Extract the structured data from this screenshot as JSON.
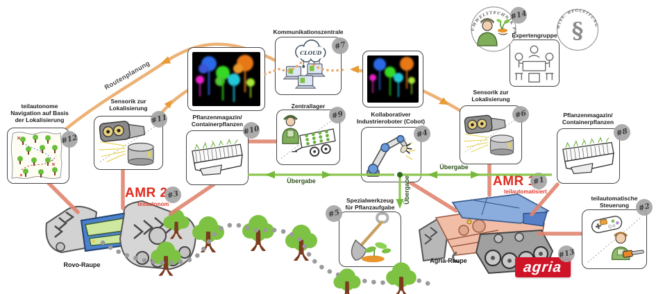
{
  "diagram": {
    "labels": {
      "routenplanung": "Routenplanung",
      "uebergabe": "Übergabe",
      "cloud": "CLOUD"
    },
    "nodes": {
      "nav_map": {
        "badge": "#12",
        "title": "teilautonome\nNavigation auf Basis\nder Lokalisierung"
      },
      "sensor_left": {
        "badge": "#11",
        "title": "Sensorik zur\nLokalisierung"
      },
      "magazin_left": {
        "badge": "#10",
        "title": "Pflanzenmagazin/\nContainerpflanzen"
      },
      "kommunikationszentrale": {
        "badge": "#7",
        "title": "Kommunikationszentrale"
      },
      "zentrallager": {
        "badge": "#9",
        "title": "Zentrallager"
      },
      "cobot": {
        "badge": "#4",
        "title": "Kollaborativer\nIndustrieroboter (Cobot)"
      },
      "sensor_right": {
        "badge": "#6",
        "title": "Sensorik zur\nLokalisierung"
      },
      "magazin_right": {
        "badge": "#8",
        "title": "Pflanzenmagazin/\nContainerpflanzen"
      },
      "spezialwerkzeug": {
        "badge": "#5",
        "title": "Spezialwerkzeug\nfür Pflanzaufgabe"
      },
      "steuerung": {
        "badge": "#2",
        "title": "teilautomatische\nSteuerung"
      },
      "expertengruppe": {
        "title": "Expertengruppe"
      },
      "umwelttechnik_partner": {
        "badge": "#14",
        "arc_text": "UMWELTTECHNIK PARTNER"
      },
      "wiss_begleitung": {
        "arc_text": "WISS. BEGLEITUNG",
        "symbol": "§"
      }
    },
    "robots": {
      "amr2": {
        "name": "AMR 2",
        "badge": "#3",
        "mode": "teilautonom",
        "vehicle": "Rovo-Raupe"
      },
      "amr1": {
        "name": "AMR 1",
        "badge": "#1",
        "mode": "teilautomatisiert",
        "vehicle": "Agria-Raupe"
      }
    },
    "brand": {
      "agria_logo": "agria",
      "badge": "#13"
    },
    "colors": {
      "arrow_orange": "#ecae6e",
      "link_red": "#e08570",
      "flow_green": "#8cc652",
      "amr_red": "#e02a1d",
      "agria_red": "#cf1428"
    }
  }
}
